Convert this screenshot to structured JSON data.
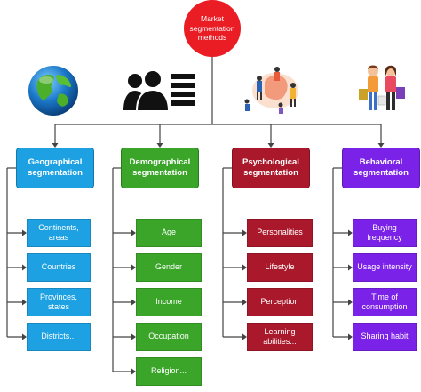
{
  "diagram": {
    "root": {
      "label": "Market segmentation methods",
      "color": "#ea1c24"
    },
    "categories": [
      {
        "id": "geographical",
        "label": "Geographical segmentation",
        "color": "#1da1e2",
        "items": [
          "Continents, areas",
          "Countries",
          "Provinces, states",
          "Districts..."
        ]
      },
      {
        "id": "demographical",
        "label": "Demographical segmentation",
        "color": "#3aa529",
        "items": [
          "Age",
          "Gender",
          "Income",
          "Occupation",
          "Religion..."
        ]
      },
      {
        "id": "psychological",
        "label": "Psychological segmentation",
        "color": "#a9192b",
        "items": [
          "Personalities",
          "Lifestyle",
          "Perception",
          "Learning abilities..."
        ]
      },
      {
        "id": "behavioral",
        "label": "Behavioral segmentation",
        "color": "#7a22e8",
        "items": [
          "Buying frequency",
          "Usage intensity",
          "Time of consumption",
          "Sharing habit"
        ]
      }
    ],
    "line_color": "#444444"
  },
  "icons": [
    "globe-icon",
    "people-list-icon",
    "hand-drawn-people-icon",
    "shoppers-icon"
  ]
}
